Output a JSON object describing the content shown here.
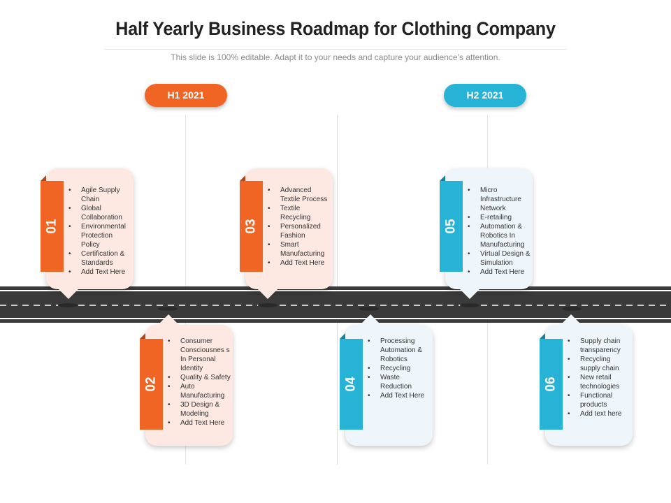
{
  "title": "Half Yearly Business Roadmap for Clothing Company",
  "subtitle": "This slide is 100% editable. Adapt it to your needs and capture your audience’s attention.",
  "periods": [
    {
      "label": "H1 2021",
      "color": "#f06523"
    },
    {
      "label": "H2 2021",
      "color": "#26b3d6"
    }
  ],
  "colors": {
    "orange": "#f06523",
    "orange_dark": "#b2461a",
    "blue": "#26b3d6",
    "blue_dark": "#17819c",
    "road": "#3a3a3a",
    "road_line": "#ffffff"
  },
  "milestones": [
    {
      "number": "01",
      "items": [
        "Agile Supply Chain",
        "Global Collaboration",
        "Environmental Protection Policy",
        "Certification & Standards",
        "Add Text Here"
      ]
    },
    {
      "number": "02",
      "items": [
        "Consumer Consciousnes s In Personal Identity",
        "Quality & Safety",
        "Auto Manufacturing",
        "3D Design & Modeling",
        "Add Text Here"
      ]
    },
    {
      "number": "03",
      "items": [
        "Advanced Textile Process",
        "Textile Recycling",
        "Personalized Fashion",
        "Smart Manufacturing",
        "Add Text Here"
      ]
    },
    {
      "number": "04",
      "items": [
        "Processing Automation & Robotics",
        "Recycling",
        "Waste Reduction",
        "Add Text Here"
      ]
    },
    {
      "number": "05",
      "items": [
        "Micro Infrastructure Network",
        "E-retailing",
        "Automation & Robotics In Manufacturing",
        "Virtual Design & Simulation",
        "Add Text Here"
      ]
    },
    {
      "number": "06",
      "items": [
        "Supply chain transparency",
        "Recycling supply chain",
        "New retail technologies",
        "Functional products",
        "Add text here"
      ]
    }
  ]
}
